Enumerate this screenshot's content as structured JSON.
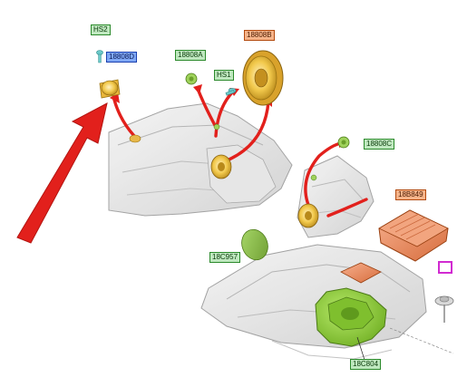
{
  "labels": {
    "hs2": "HS2",
    "part_18808d": "18808D",
    "part_18808a": "18808A",
    "hs1": "HS1",
    "part_18808b": "18808B",
    "part_18808c": "18808C",
    "part_18b849": "18B849",
    "part_18c957": "18C957",
    "part_18c804": "18C804"
  },
  "icons": {
    "pointer_arrow": "large-red-arrow-icon",
    "tool_symbol": "screwdriver-icon"
  },
  "colors": {
    "label_fill": "#7fa8f5",
    "label_border": "#1a3fae",
    "arrow_red": "#e2201c",
    "speaker_yellow": "#f2c94c",
    "sub_green": "#8fcf3c",
    "amp_orange": "#e98a5d"
  }
}
